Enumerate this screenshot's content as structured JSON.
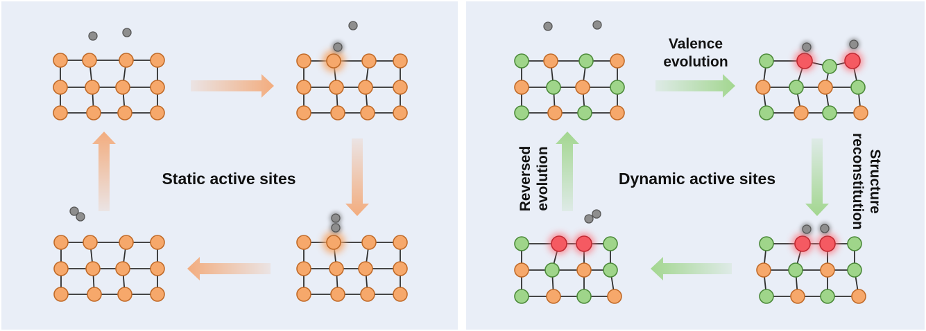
{
  "panels": [
    {
      "id": "static",
      "title": "Static active sites",
      "arrow_color": "#f3a978",
      "labels": {}
    },
    {
      "id": "dynamic",
      "title": "Dynamic active sites",
      "arrow_color": "#9fd58a",
      "labels": {
        "top": [
          "Valence",
          "evolution"
        ],
        "right": [
          "Structure",
          "reconstitution"
        ],
        "left": [
          "Reversed",
          "evolution"
        ]
      }
    }
  ],
  "colors": {
    "panel_bg": "#e9eef7",
    "orange_atom": "#f6a86b",
    "orange_stroke": "#c06a28",
    "green_atom": "#9fd58a",
    "green_stroke": "#4c8a3a",
    "red_atom": "#f55a62",
    "red_stroke": "#c02a33",
    "molecule": "#8e8e8e",
    "bond": "#2e2e2e",
    "text": "#111111"
  }
}
